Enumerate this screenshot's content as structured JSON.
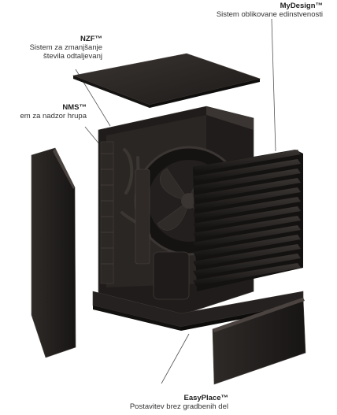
{
  "callouts": {
    "mydesign": {
      "title": "MyDesign™",
      "subtitle": "Sistem oblikovane edinstvenosti"
    },
    "nzf": {
      "title": "NZF™",
      "subtitle_line1": "Sistem za zmanjšanje",
      "subtitle_line2": "števila odtaljevanj"
    },
    "nms": {
      "title": "NMS™",
      "subtitle": "em za nadzor hrupa"
    },
    "easyplace": {
      "title": "EasyPlace™",
      "subtitle": "Postavitev brez gradbenih del"
    }
  },
  "colors": {
    "panel": "#2a2624",
    "panel_dark": "#1a1817",
    "panel_edge": "#4a4340",
    "leader_line": "#555555"
  }
}
